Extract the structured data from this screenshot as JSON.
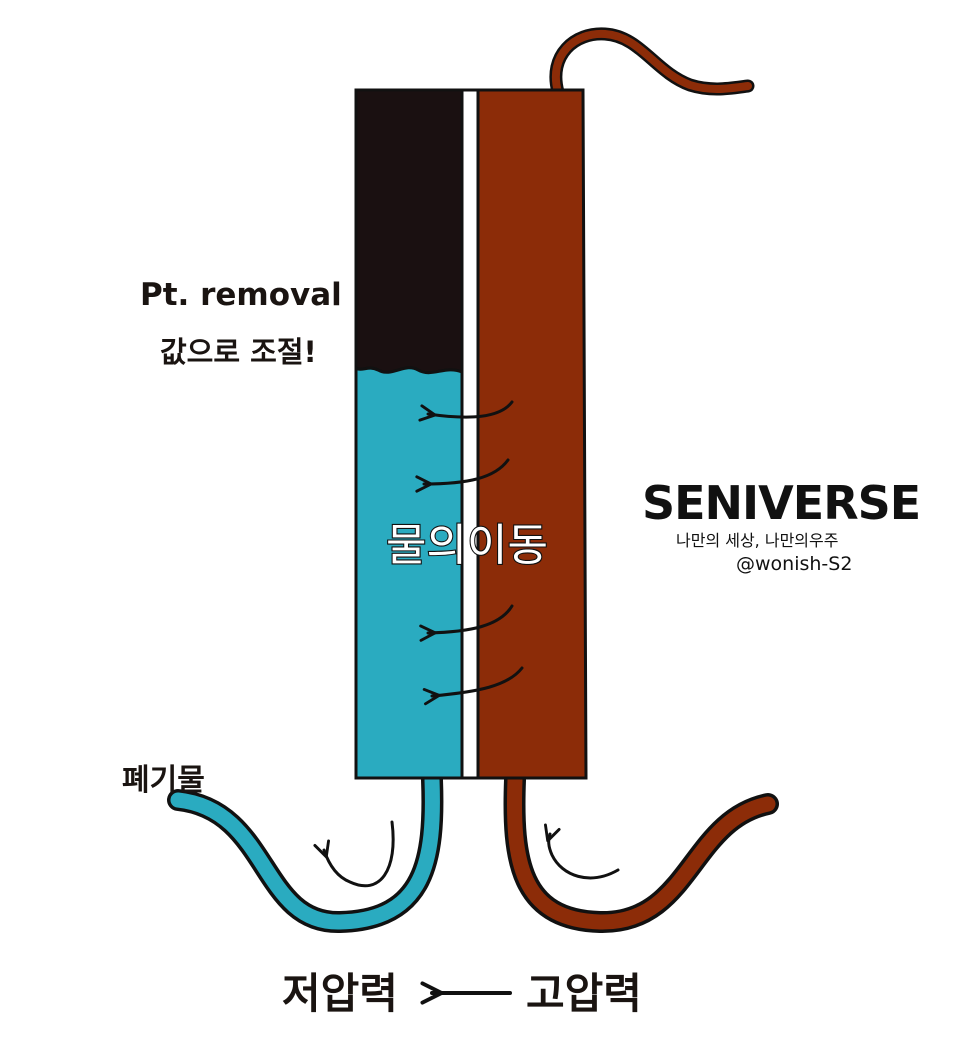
{
  "labels": {
    "removal_line1": "Pt. removal",
    "removal_line2": "값으로 조절!",
    "water_movement": "물의이동",
    "waste": "폐기물",
    "low_pressure": "저압력",
    "high_pressure": "고압력"
  },
  "brand": {
    "title": "SENIVERSE",
    "tagline": "나만의 세상, 나만의우주",
    "handle": "@wonish-S2"
  },
  "colors": {
    "dark_compartment": "#1a1011",
    "dialysate": "#2aabc0",
    "blood": "#8c2c08",
    "outline": "#111111",
    "membrane": "#ffffff"
  }
}
